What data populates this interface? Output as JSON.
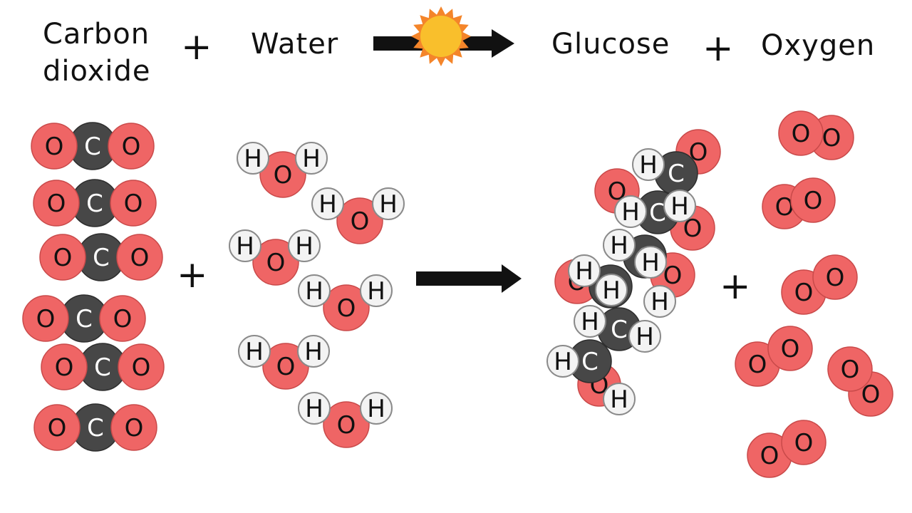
{
  "equation": {
    "reactant_1": [
      "Carbon",
      "dioxide"
    ],
    "reactant_2": "Water",
    "product_1": "Glucose",
    "product_2": "Oxygen",
    "plus_sign": "+"
  },
  "atom_symbols": {
    "carbon": "C",
    "oxygen": "O",
    "hydrogen": "H"
  },
  "colors": {
    "carbon": "#474747",
    "oxygen": "#ef6565",
    "hydrogen": "#f3f3f3",
    "sun": "#f9bf2c",
    "sun_rays": "#f4852a",
    "ink": "#111111"
  },
  "molecule_counts": {
    "carbon_dioxide": 6,
    "water": 6,
    "oxygen": 6,
    "glucose": 1
  },
  "icons": [
    "sun-icon",
    "arrow-icon"
  ]
}
